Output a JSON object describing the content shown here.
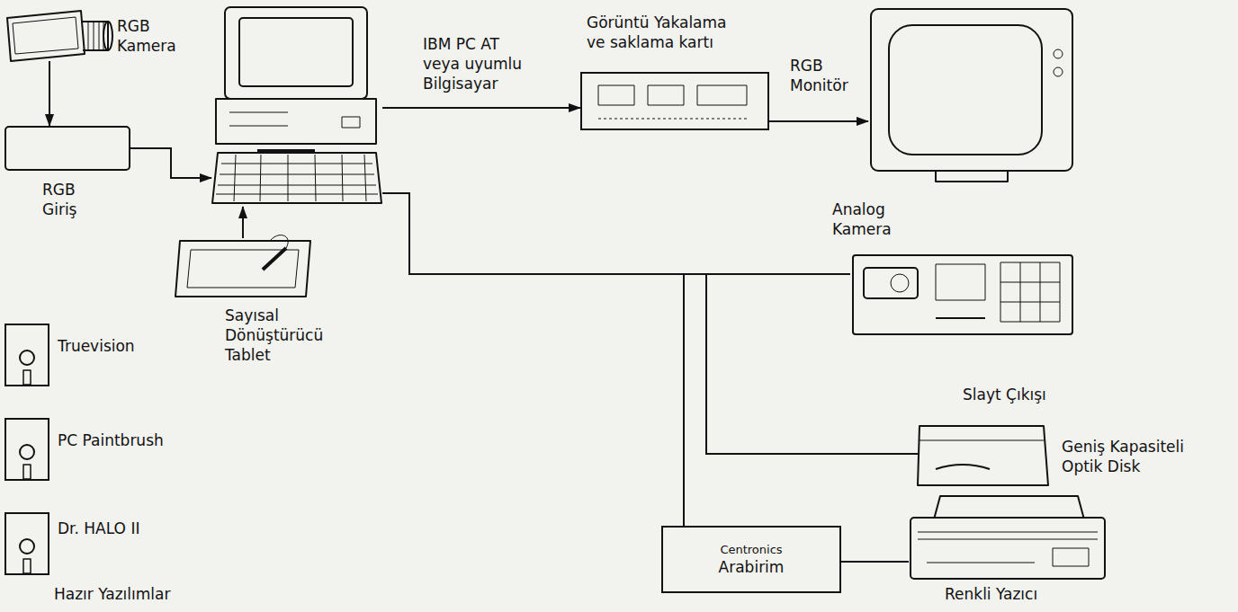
{
  "diagram": {
    "nodes": [
      {
        "text": [
          "RGB Kamera"
        ]
      },
      {
        "text": [
          "RGB Giriş"
        ]
      },
      {
        "text": [
          "IBM PC AT veya uyumlu Bilgisayar"
        ]
      },
      {
        "text": [
          "Görüntü Yakalama ve saklama kartı"
        ]
      },
      {
        "text": [
          "RGB Monitör"
        ]
      },
      {
        "text": [
          "Analog Kamera",
          "Slayt Çıkışı"
        ]
      },
      {
        "text": [
          "Sayısal Dönüştürücü Tablet"
        ]
      },
      {
        "text": [
          "Geniş Kapasiteli Optik Disk"
        ]
      },
      {
        "text": [
          "Centronics",
          "Arabirim"
        ]
      },
      {
        "text": [
          "Renkli Yazıcı"
        ]
      },
      {
        "text": [
          "Truevision"
        ]
      },
      {
        "text": [
          "PC Paintbrush"
        ]
      },
      {
        "text": [
          "Dr. HALO II"
        ]
      }
    ],
    "edges": [
      {
        "from": 0,
        "to": 1,
        "arrow": "to"
      },
      {
        "from": 1,
        "to": 2,
        "arrow": "to"
      },
      {
        "from": 6,
        "to": 2,
        "arrow": "to"
      },
      {
        "from": 2,
        "to": 3,
        "arrow": "to"
      },
      {
        "from": 3,
        "to": 4,
        "arrow": "to"
      },
      {
        "from": 2,
        "to": 5,
        "arrow": "none"
      },
      {
        "from": 2,
        "to": 7,
        "arrow": "none"
      },
      {
        "from": 2,
        "to": 8,
        "arrow": "none"
      },
      {
        "from": 8,
        "to": 9,
        "arrow": "none"
      }
    ],
    "labels": [
      "Hazır Yazılımlar"
    ]
  }
}
